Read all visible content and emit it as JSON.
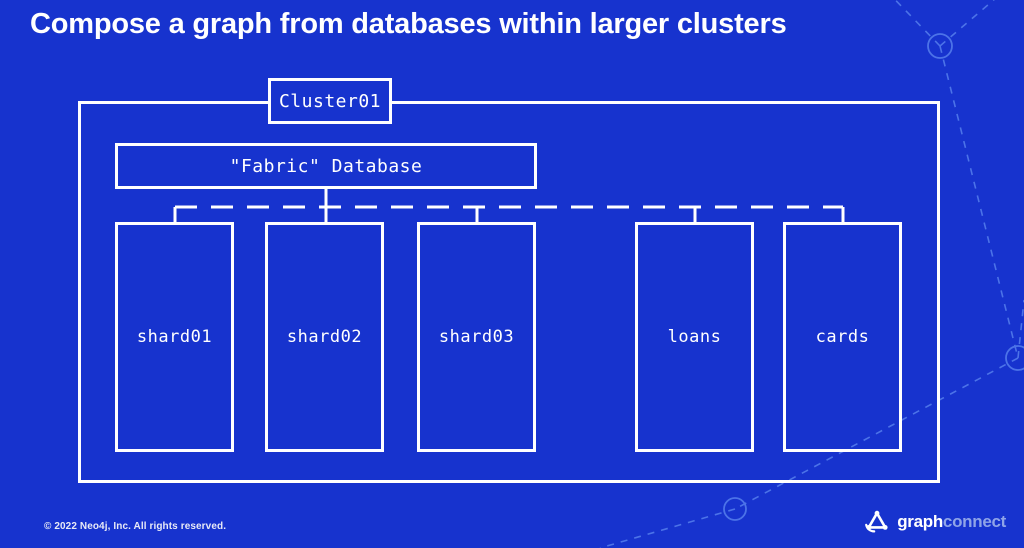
{
  "slide": {
    "title": "Compose a graph from databases within larger clusters",
    "background_color": "#1733CE",
    "line_color": "#FFFFFF",
    "decor_color": "#4C73E8"
  },
  "diagram": {
    "type": "nested-container",
    "cluster": {
      "label": "Cluster01"
    },
    "fabric": {
      "label": "\"Fabric\" Database"
    },
    "databases": [
      {
        "label": "shard01",
        "group": "shards"
      },
      {
        "label": "shard02",
        "group": "shards"
      },
      {
        "label": "shard03",
        "group": "shards"
      },
      {
        "label": "loans",
        "group": "standalone"
      },
      {
        "label": "cards",
        "group": "standalone"
      }
    ],
    "connector_style": "dashed"
  },
  "footer": {
    "copyright": "© 2022 Neo4j, Inc. All rights reserved.",
    "logo": {
      "mark": "graphconnect-triangle-icon",
      "word_primary": "graph",
      "word_secondary": "connect",
      "primary_color": "#FFFFFF",
      "secondary_color": "#8FA4E8"
    }
  }
}
